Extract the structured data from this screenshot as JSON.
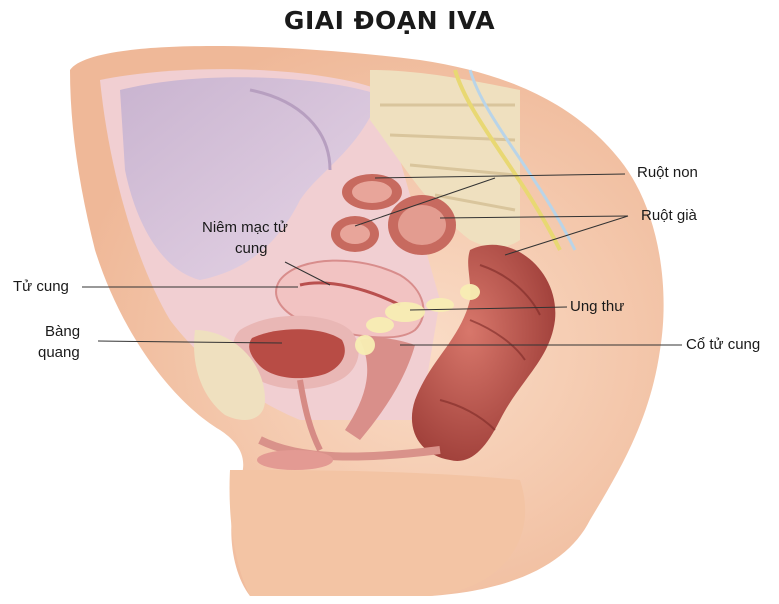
{
  "title": "GIAI ĐOẠN IVA",
  "labels": {
    "ruot_non": "Ruột non",
    "ruot_gia": "Ruột già",
    "niem_mac_line1": "Niêm mạc tử",
    "niem_mac_line2": "cung",
    "tu_cung": "Tử cung",
    "ung_thu": "Ung thư",
    "bang_quang_line1": "Bàng",
    "bang_quang_line2": "quang",
    "co_tu_cung": "Cổ tử cung"
  },
  "colors": {
    "skin": "#f6cdb1",
    "skin_dark": "#e9a988",
    "tissue_pink": "#efc1c4",
    "organ_red": "#c75f55",
    "organ_dark": "#9e3b37",
    "lavender": "#d8c4dc",
    "bone": "#efe0bf",
    "cancer": "#f7ecb0",
    "leader_line": "#333333"
  }
}
